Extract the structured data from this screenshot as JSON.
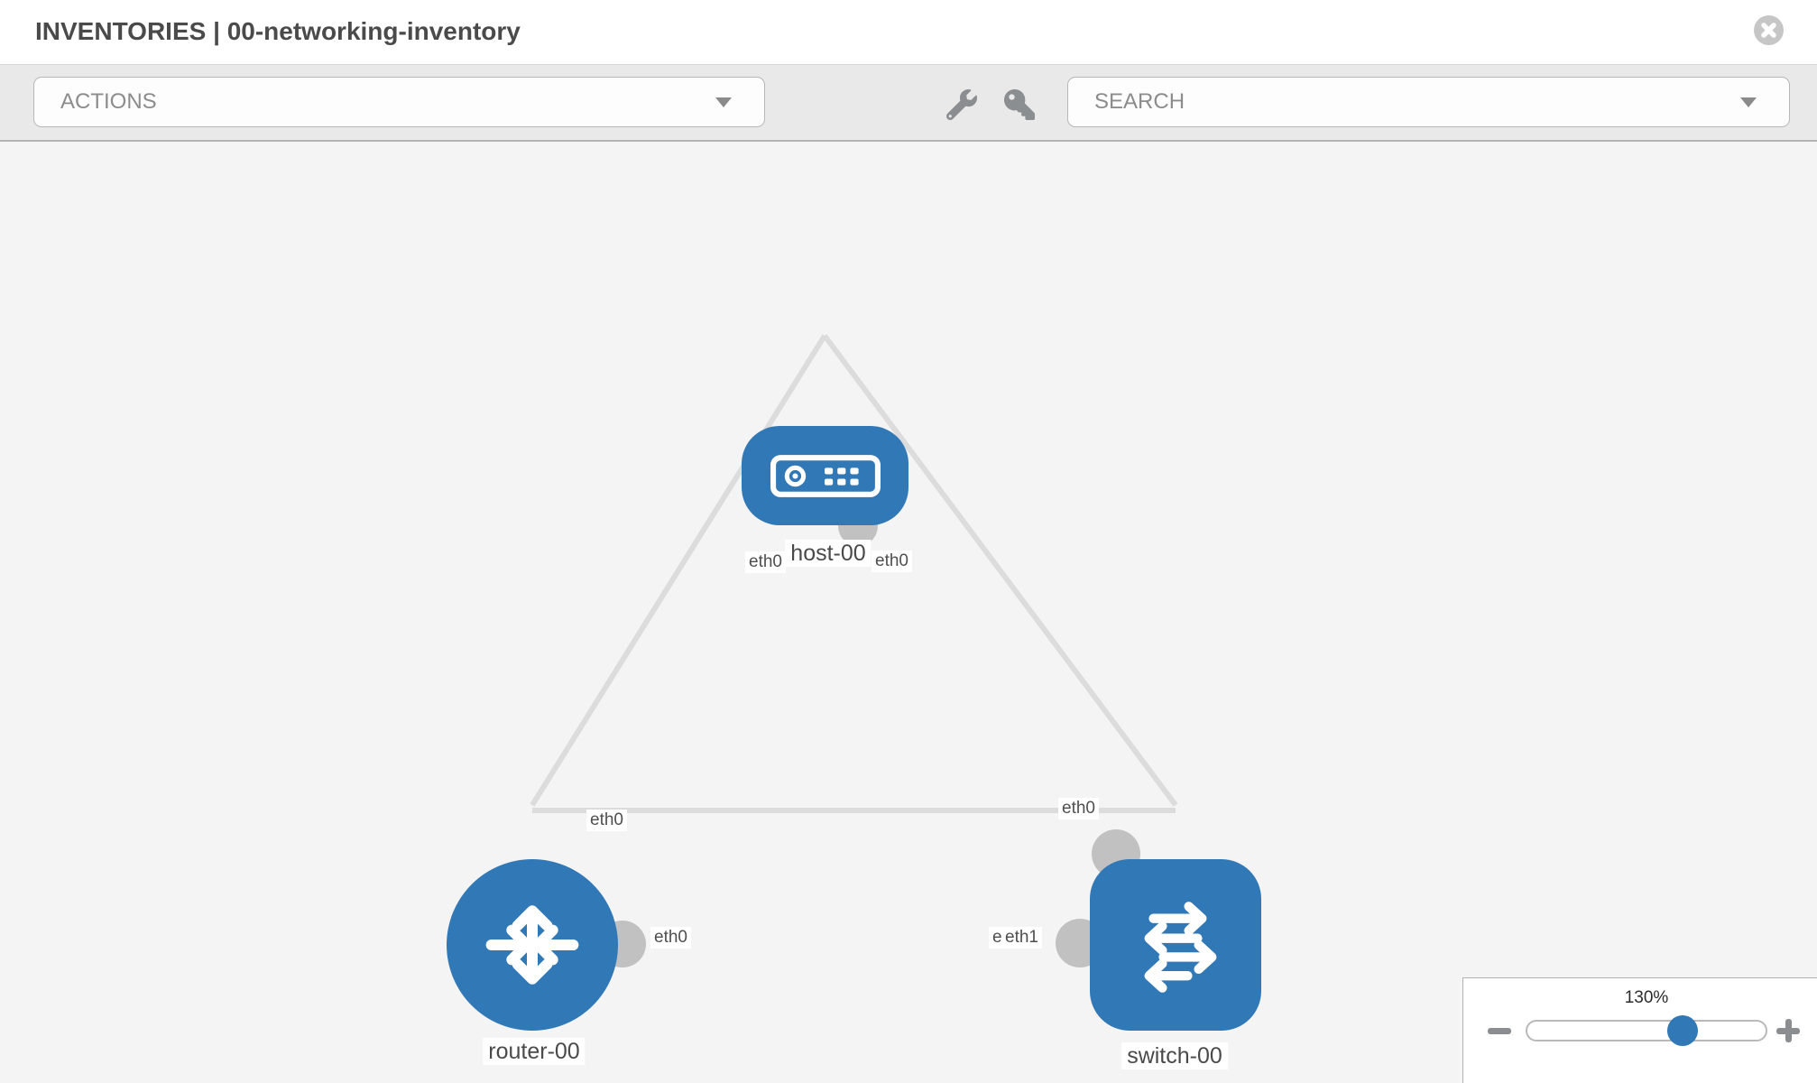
{
  "header": {
    "title": "INVENTORIES | 00-networking-inventory"
  },
  "toolbar": {
    "actions_dropdown": {
      "placeholder": "ACTIONS"
    },
    "search_dropdown": {
      "placeholder": "SEARCH"
    },
    "tools": [
      {
        "icon": "wrench-icon"
      },
      {
        "icon": "key-icon"
      }
    ]
  },
  "canvas": {
    "nodes": [
      {
        "id": "host-00",
        "type": "host",
        "label": "host-00"
      },
      {
        "id": "router-00",
        "type": "router",
        "label": "router-00"
      },
      {
        "id": "switch-00",
        "type": "switch",
        "label": "switch-00"
      }
    ],
    "interface_labels": {
      "host_left": "eth0",
      "host_right": "eth0",
      "host_router_link": "eth0",
      "host_switch_link": "eth0",
      "router_right": "eth0",
      "switch_left_back": "eth0",
      "switch_left_front": "eth1"
    },
    "links": [
      {
        "from": "host-00",
        "to": "router-00"
      },
      {
        "from": "host-00",
        "to": "switch-00"
      },
      {
        "from": "router-00",
        "to": "switch-00"
      }
    ]
  },
  "zoom_control": {
    "value": "130%",
    "percent": 130
  },
  "colors": {
    "node_blue": "#3178b6",
    "link_gray": "#dcdcdc",
    "interface_dot_gray": "#c1c1c1",
    "toolbar_bg": "#e9e9e9",
    "canvas_bg": "#f4f4f4"
  }
}
